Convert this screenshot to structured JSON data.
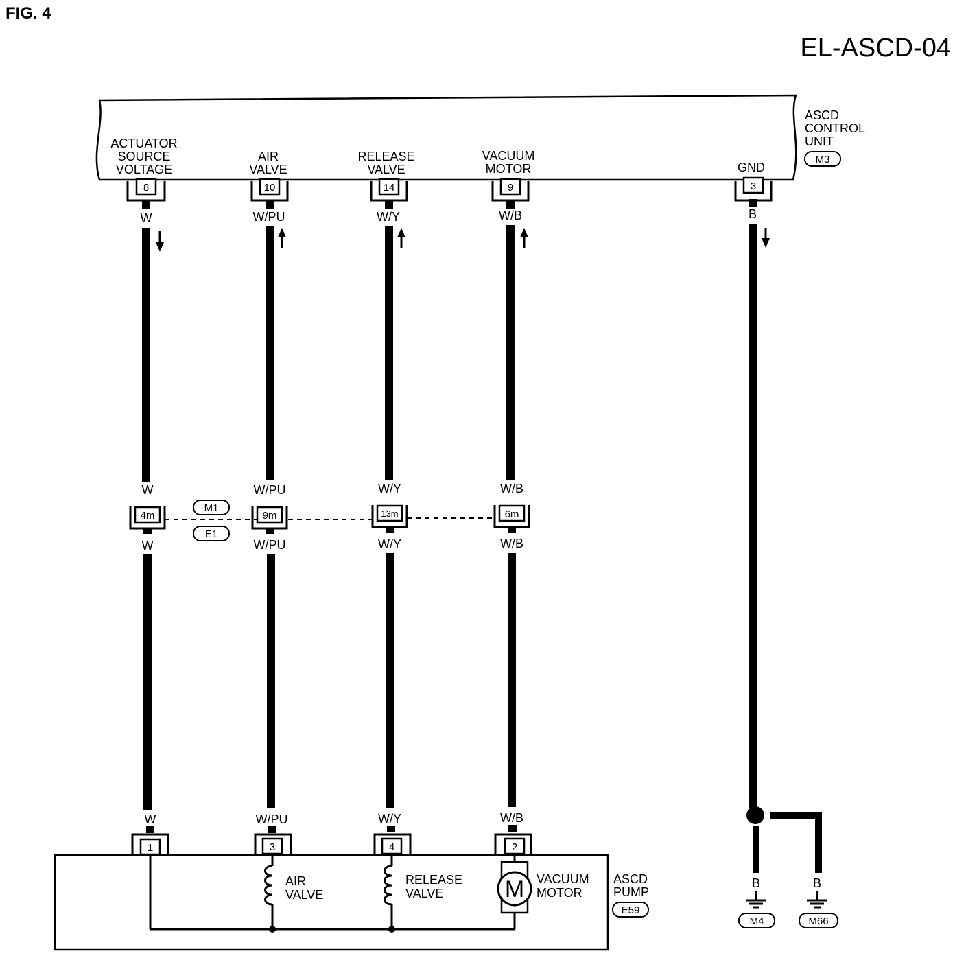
{
  "fig_label": "FIG. 4",
  "page_code": "EL-ASCD-04",
  "control_unit": {
    "name_lines": [
      "ASCD",
      "CONTROL",
      "UNIT"
    ],
    "connector": "M3",
    "terminals": [
      {
        "id": "actuator",
        "label_lines": [
          "ACTUATOR",
          "SOURCE",
          "VOLTAGE"
        ],
        "pin": "8"
      },
      {
        "id": "air",
        "label_lines": [
          "AIR",
          "VALVE"
        ],
        "pin": "10"
      },
      {
        "id": "release",
        "label_lines": [
          "RELEASE",
          "VALVE"
        ],
        "pin": "14"
      },
      {
        "id": "vacuum",
        "label_lines": [
          "VACUUM",
          "MOTOR"
        ],
        "pin": "9"
      },
      {
        "id": "gnd",
        "label_lines": [
          "GND"
        ],
        "pin": "3"
      }
    ]
  },
  "wires": [
    {
      "id": "actuator",
      "color": "W",
      "arrow": "down",
      "joint_pin": "4m",
      "pump_pin": "1"
    },
    {
      "id": "air",
      "color": "W/PU",
      "arrow": "up",
      "joint_pin": "9m",
      "pump_pin": "3"
    },
    {
      "id": "release",
      "color": "W/Y",
      "arrow": "up",
      "joint_pin": "13m",
      "pump_pin": "4"
    },
    {
      "id": "vacuum",
      "color": "W/B",
      "arrow": "up",
      "joint_pin": "6m",
      "pump_pin": "2"
    }
  ],
  "ground_wire": {
    "color": "B",
    "arrow": "down"
  },
  "joint_connectors": {
    "upper": "M1",
    "lower": "E1"
  },
  "pump": {
    "name_lines": [
      "ASCD",
      "PUMP"
    ],
    "connector": "E59",
    "components": {
      "air_valve": [
        "AIR",
        "VALVE"
      ],
      "release_valve": [
        "RELEASE",
        "VALVE"
      ],
      "vacuum_motor": [
        "VACUUM",
        "MOTOR"
      ],
      "motor_symbol": "M"
    }
  },
  "grounds": [
    {
      "color": "B",
      "connector": "M4"
    },
    {
      "color": "B",
      "connector": "M66"
    }
  ]
}
